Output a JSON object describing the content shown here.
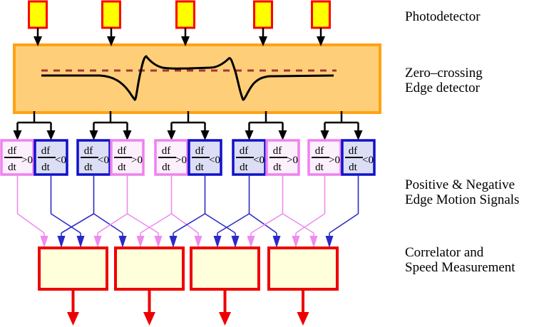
{
  "labels": {
    "photodetector": "Photodetector",
    "zero_crossing_1": "Zero–crossing",
    "zero_crossing_2": "Edge detector",
    "edge_motion_1": "Positive & Negative",
    "edge_motion_2": "Edge Motion Signals",
    "correlator_1": "Correlator and",
    "correlator_2": "Speed Measurement"
  },
  "edge_boxes": {
    "numerator": "df",
    "denominator": "dt",
    "positive_label": ">0",
    "negative_label": "<0",
    "pair_order": [
      [
        "positive",
        "negative"
      ],
      [
        "negative",
        "positive"
      ],
      [
        "positive",
        "negative"
      ],
      [
        "negative",
        "positive"
      ],
      [
        "positive",
        "negative"
      ]
    ]
  },
  "wiring": [
    {
      "source_box": 0,
      "targets": [
        0
      ]
    },
    {
      "source_box": 1,
      "targets": [
        2
      ]
    },
    {
      "source_box": 2,
      "targets": [
        1,
        4
      ]
    },
    {
      "source_box": 3,
      "targets": [
        3,
        6
      ]
    },
    {
      "source_box": 4,
      "targets": [
        5,
        8
      ]
    },
    {
      "source_box": 5,
      "targets": [
        7,
        10
      ]
    },
    {
      "source_box": 6,
      "targets": [
        9,
        12
      ]
    },
    {
      "source_box": 7,
      "targets": [
        11,
        14
      ]
    },
    {
      "source_box": 8,
      "targets": [
        13
      ]
    },
    {
      "source_box": 9,
      "targets": [
        15
      ]
    }
  ],
  "counts": {
    "photodetectors": 5,
    "edge_boxes": 10,
    "correlators": 4,
    "correlator_inputs": 16
  },
  "colors": {
    "detector_fill": "#FFFF00",
    "detector_border": "#FF0000",
    "band_fill": "#FFCE79",
    "band_border": "#FFA213",
    "zero_line": "#A33535",
    "signal": "#000000",
    "positive_border": "#EE82EE",
    "positive_fill": "#FCF0FC",
    "positive_wire": "#EE8CEE",
    "negative_border": "#1111CC",
    "negative_fill": "#DCDEF5",
    "negative_wire": "#2A2AC8",
    "correlator_border": "#EE0000",
    "correlator_fill": "#FFFFDC",
    "output_arrow": "#EE0000",
    "black": "#000000"
  }
}
